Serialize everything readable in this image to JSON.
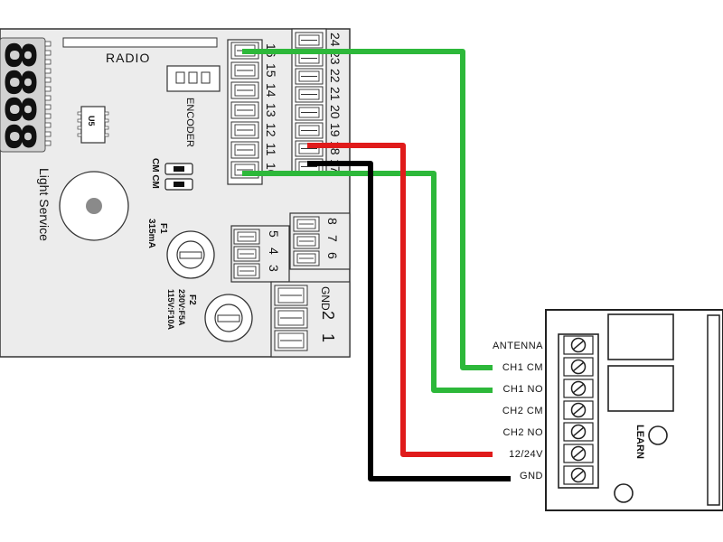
{
  "board": {
    "radio_label": "RADIO",
    "encoder_label": "ENCODER",
    "u5_label": "U5",
    "display_text": "8888",
    "light_service_label": "Light Service",
    "cm_label": "CM CM",
    "f1_label": "F1",
    "f1_rating": "315mA",
    "f2_label": "F2",
    "f2_rating_a": "230V:F5A",
    "f2_rating_b": "115V:F10A",
    "gnd_label": "GND",
    "terminals_left": [
      "16",
      "15",
      "14",
      "13",
      "12",
      "11",
      "10"
    ],
    "terminals_right": [
      "24",
      "23",
      "22",
      "21",
      "20",
      "19",
      "18",
      "17"
    ],
    "terminals_mid": [
      "5",
      "4",
      "3"
    ],
    "terminals_mid_right": [
      "8",
      "7",
      "6"
    ],
    "terminals_bottom": [
      "2",
      "1"
    ]
  },
  "receiver": {
    "learn_label": "LEARN",
    "terminals": [
      "ANTENNA",
      "CH1 CM",
      "CH1 NO",
      "CH2 CM",
      "CH2 NO",
      "12/24V",
      "GND"
    ]
  },
  "wires": {
    "colors": {
      "green": "#2db83a",
      "red": "#e01b1b",
      "black": "#000000"
    }
  }
}
